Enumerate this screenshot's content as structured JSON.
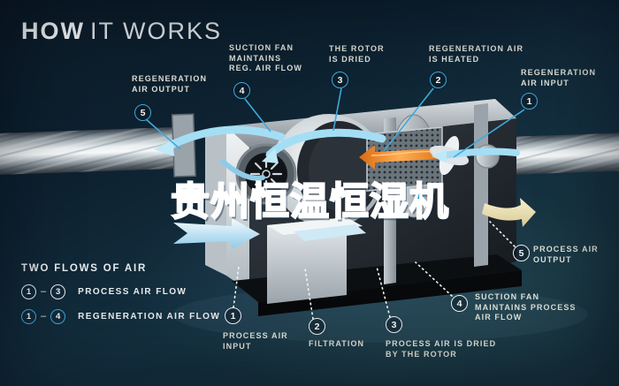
{
  "title": {
    "bold": "HOW",
    "light": "IT WORKS"
  },
  "watermark": "贵州恒温恒湿机",
  "callouts": {
    "reg_output": {
      "num": "5",
      "text": "REGENERATION\nAIR OUTPUT"
    },
    "reg_suction": {
      "num": "4",
      "text": "SUCTION FAN\nMAINTAINS\nREG. AIR FLOW"
    },
    "rotor_dried": {
      "num": "3",
      "text": "THE ROTOR\nIS DRIED"
    },
    "reg_heated": {
      "num": "2",
      "text": "REGENERATION AIR\nIS HEATED"
    },
    "reg_input": {
      "num": "1",
      "text": "REGENERATION\nAIR INPUT"
    },
    "process_output": {
      "num": "5",
      "text": "PROCESS AIR\nOUTPUT"
    },
    "process_suction": {
      "num": "4",
      "text": "SUCTION FAN\nMAINTAINS PROCESS\nAIR FLOW"
    },
    "process_dried": {
      "num": "3",
      "text": "PROCESS AIR IS DRIED\nBY THE ROTOR"
    },
    "filtration": {
      "num": "2",
      "text": "FILTRATION"
    },
    "process_input": {
      "num": "1",
      "text": "PROCESS AIR\nINPUT"
    }
  },
  "legend": {
    "title": "TWO FLOWS OF AIR",
    "rows": [
      {
        "from": "1",
        "dash": "–",
        "to": "3",
        "label": "PROCESS AIR FLOW",
        "style": "process"
      },
      {
        "from": "1",
        "dash": "–",
        "to": "4",
        "label": "REGENERATION AIR FLOW",
        "style": "regeneration"
      }
    ]
  },
  "colors": {
    "background": "#10242f",
    "regeneration_accent": "#3fa9dc",
    "process_accent": "#e9eef1",
    "flow_arrow_blue": "#a4def5",
    "heater_orange": "#e07a1f",
    "cream_arrow": "#eadfb6",
    "watermark_blue": "#1e9ce8",
    "label_text": "#dcdfd6"
  }
}
